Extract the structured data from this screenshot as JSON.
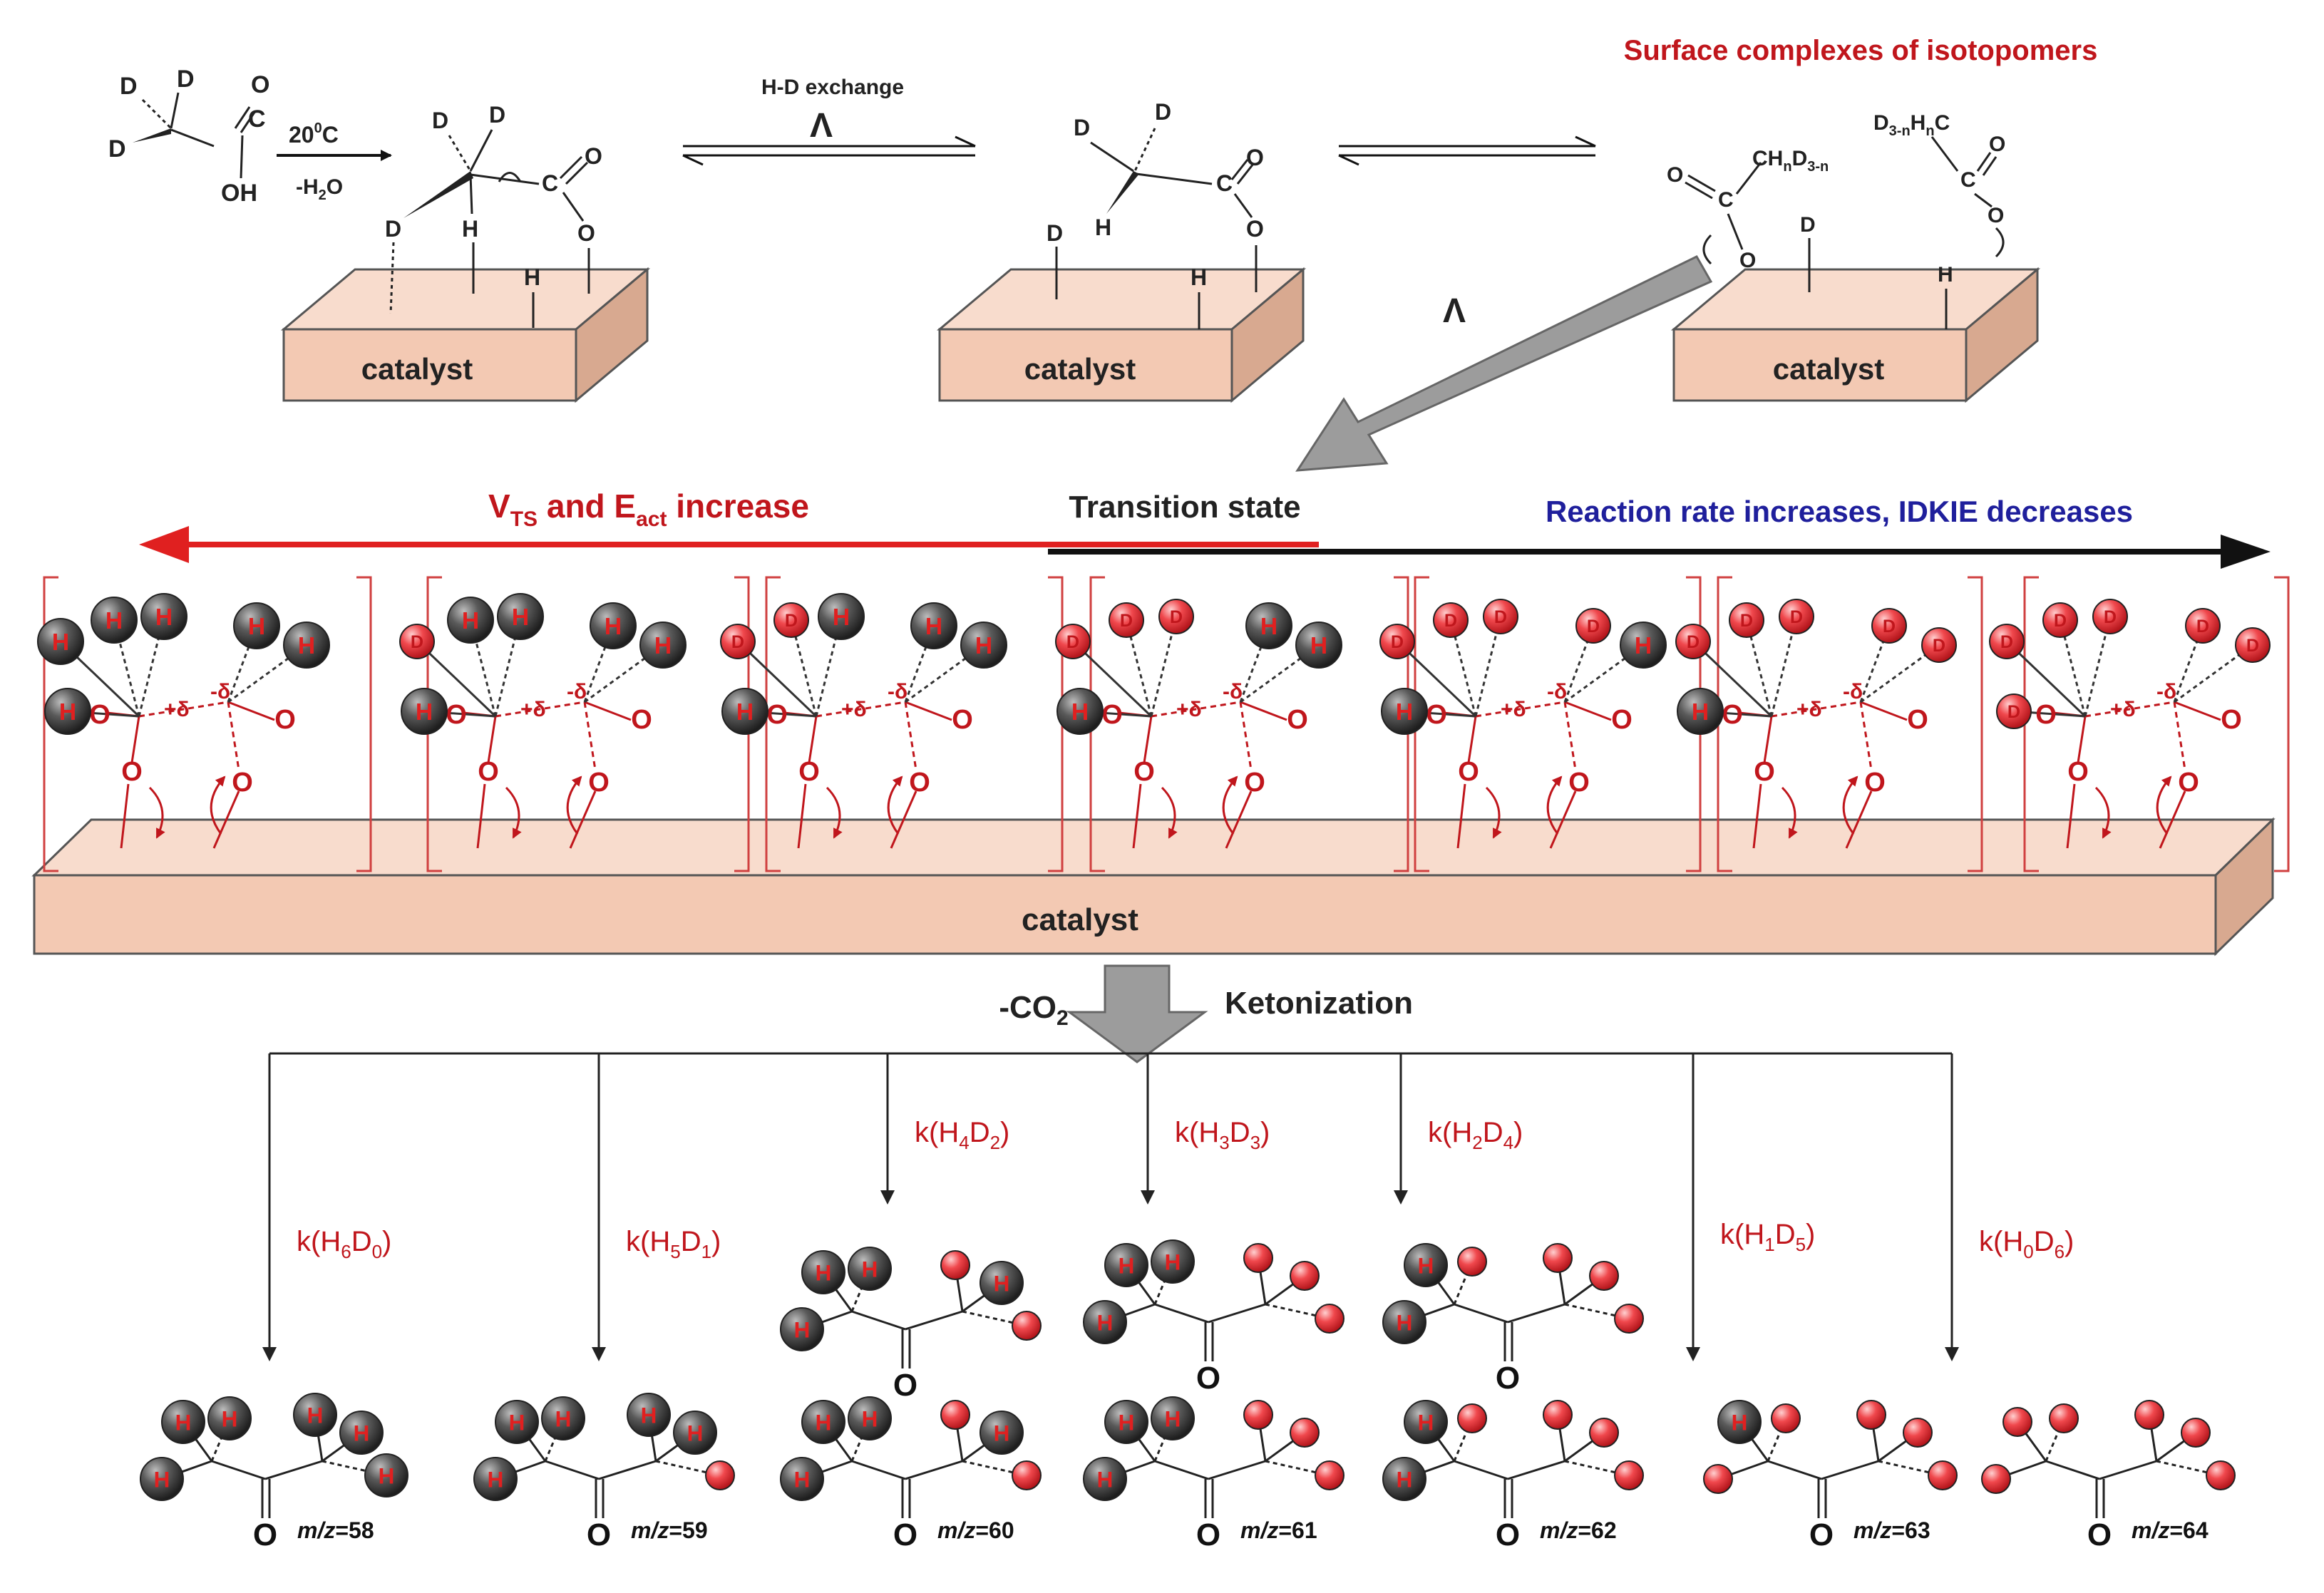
{
  "top": {
    "acid_H": "OH",
    "acid_O": "O",
    "acid_C": "C",
    "acid_D1": "D",
    "acid_D2": "D",
    "acid_D3": "D",
    "temp_label": "20",
    "temp_sup": "0",
    "temp_unit": "C",
    "water_label": "-H",
    "water_sub": "2",
    "water_end": "O",
    "hd_exchange": "H-D exchange",
    "delta": "Λ",
    "delta2": "Λ",
    "surface_complexes": "Surface complexes of isotopomers",
    "catalyst_1": "catalyst",
    "catalyst_2": "catalyst",
    "catalyst_3": "catalyst",
    "frag_CH": "CH",
    "frag_n": "n",
    "frag_D": "D",
    "frag_3n": "3-n",
    "frag2_D": "D",
    "frag2_3n": "3-n",
    "frag2_H": "H",
    "frag2_n": "n",
    "frag2_C": "C"
  },
  "middle": {
    "left_arrow_label_V": "V",
    "left_arrow_label_TS": "TS",
    "left_arrow_label_and": " and E",
    "left_arrow_label_act": "act",
    "left_arrow_label_inc": " increase",
    "transition_state": "Transition state",
    "right_arrow_label": "Reaction rate increases, IDKIE decreases",
    "catalyst_long": "catalyst",
    "delta_plus": "+δ",
    "delta_minus": "-δ"
  },
  "bottom": {
    "minus_co2": "-CO",
    "co2_sub": "2",
    "ketonization": "Ketonization",
    "rates": [
      {
        "k": "k(H",
        "h": "6",
        "d": "D",
        "dn": "0",
        "end": ")"
      },
      {
        "k": "k(H",
        "h": "5",
        "d": "D",
        "dn": "1",
        "end": ")"
      },
      {
        "k": "k(H",
        "h": "4",
        "d": "D",
        "dn": "2",
        "end": ")"
      },
      {
        "k": "k(H",
        "h": "3",
        "d": "D",
        "dn": "3",
        "end": ")"
      },
      {
        "k": "k(H",
        "h": "2",
        "d": "D",
        "dn": "4",
        "end": ")"
      },
      {
        "k": "k(H",
        "h": "1",
        "d": "D",
        "dn": "5",
        "end": ")"
      },
      {
        "k": "k(H",
        "h": "0",
        "d": "D",
        "dn": "6",
        "end": ")"
      }
    ],
    "mz_labels": [
      "m/z=58",
      "m/z=59",
      "m/z=60",
      "m/z=61",
      "m/z=62",
      "m/z=63",
      "m/z=64"
    ],
    "mz_prefix": "m/z",
    "mz_values": [
      "=58",
      "=59",
      "=60",
      "=61",
      "=62",
      "=63",
      "=64"
    ]
  },
  "colors": {
    "red_text": "#c0161c",
    "blue_text": "#1f1f9c",
    "catalyst_fill": "#f3c9b3",
    "catalyst_side": "#d8a990",
    "catalyst_top": "#f8dccd",
    "bracket_red": "#d04040",
    "gray_arrow": "#9c9c9c",
    "atom_dark": "#3a3a3a",
    "atom_red": "#e8353b"
  }
}
